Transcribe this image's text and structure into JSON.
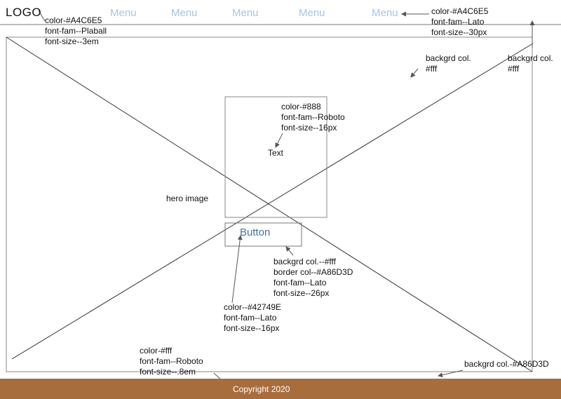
{
  "header": {
    "logo": "LOGO",
    "menu": [
      "Menu",
      "Menu",
      "Menu",
      "Menu",
      "Menu"
    ],
    "logo_specs": [
      "color-#A4C6E5",
      "font-fam--Plaball",
      "font-size--3em"
    ],
    "menu_specs": [
      "color-#A4C6E5",
      "font-fam--Lato",
      "font-size--30px"
    ]
  },
  "hero": {
    "label": "hero image",
    "bg_note_inner": [
      "backgrd col.",
      "#fff"
    ],
    "bg_note_outer": [
      "backgrd col.",
      "#fff"
    ],
    "text_label": "Text",
    "text_specs": [
      "color-#888",
      "font-fam--Roboto",
      "font-size--16px"
    ],
    "button_label": "Button",
    "button_box_specs": [
      "backgrd col.--#fff",
      "border col--#A86D3D",
      "font-fam--Lato",
      "font-size--26px"
    ],
    "button_text_specs": [
      "color--#42749E",
      "font-fam--Lato",
      "font-size--16px"
    ]
  },
  "footer": {
    "copyright": "Copyright 2020",
    "text_specs": [
      "color-#fff",
      "font-fam--Roboto",
      "font-size--.8em"
    ],
    "bg_note": "backgrd col.-#A86D3D"
  },
  "colors": {
    "menu": "#A4C6E5",
    "button_text": "#42749E",
    "footer_bg": "#A86D3D",
    "line": "#777777"
  }
}
